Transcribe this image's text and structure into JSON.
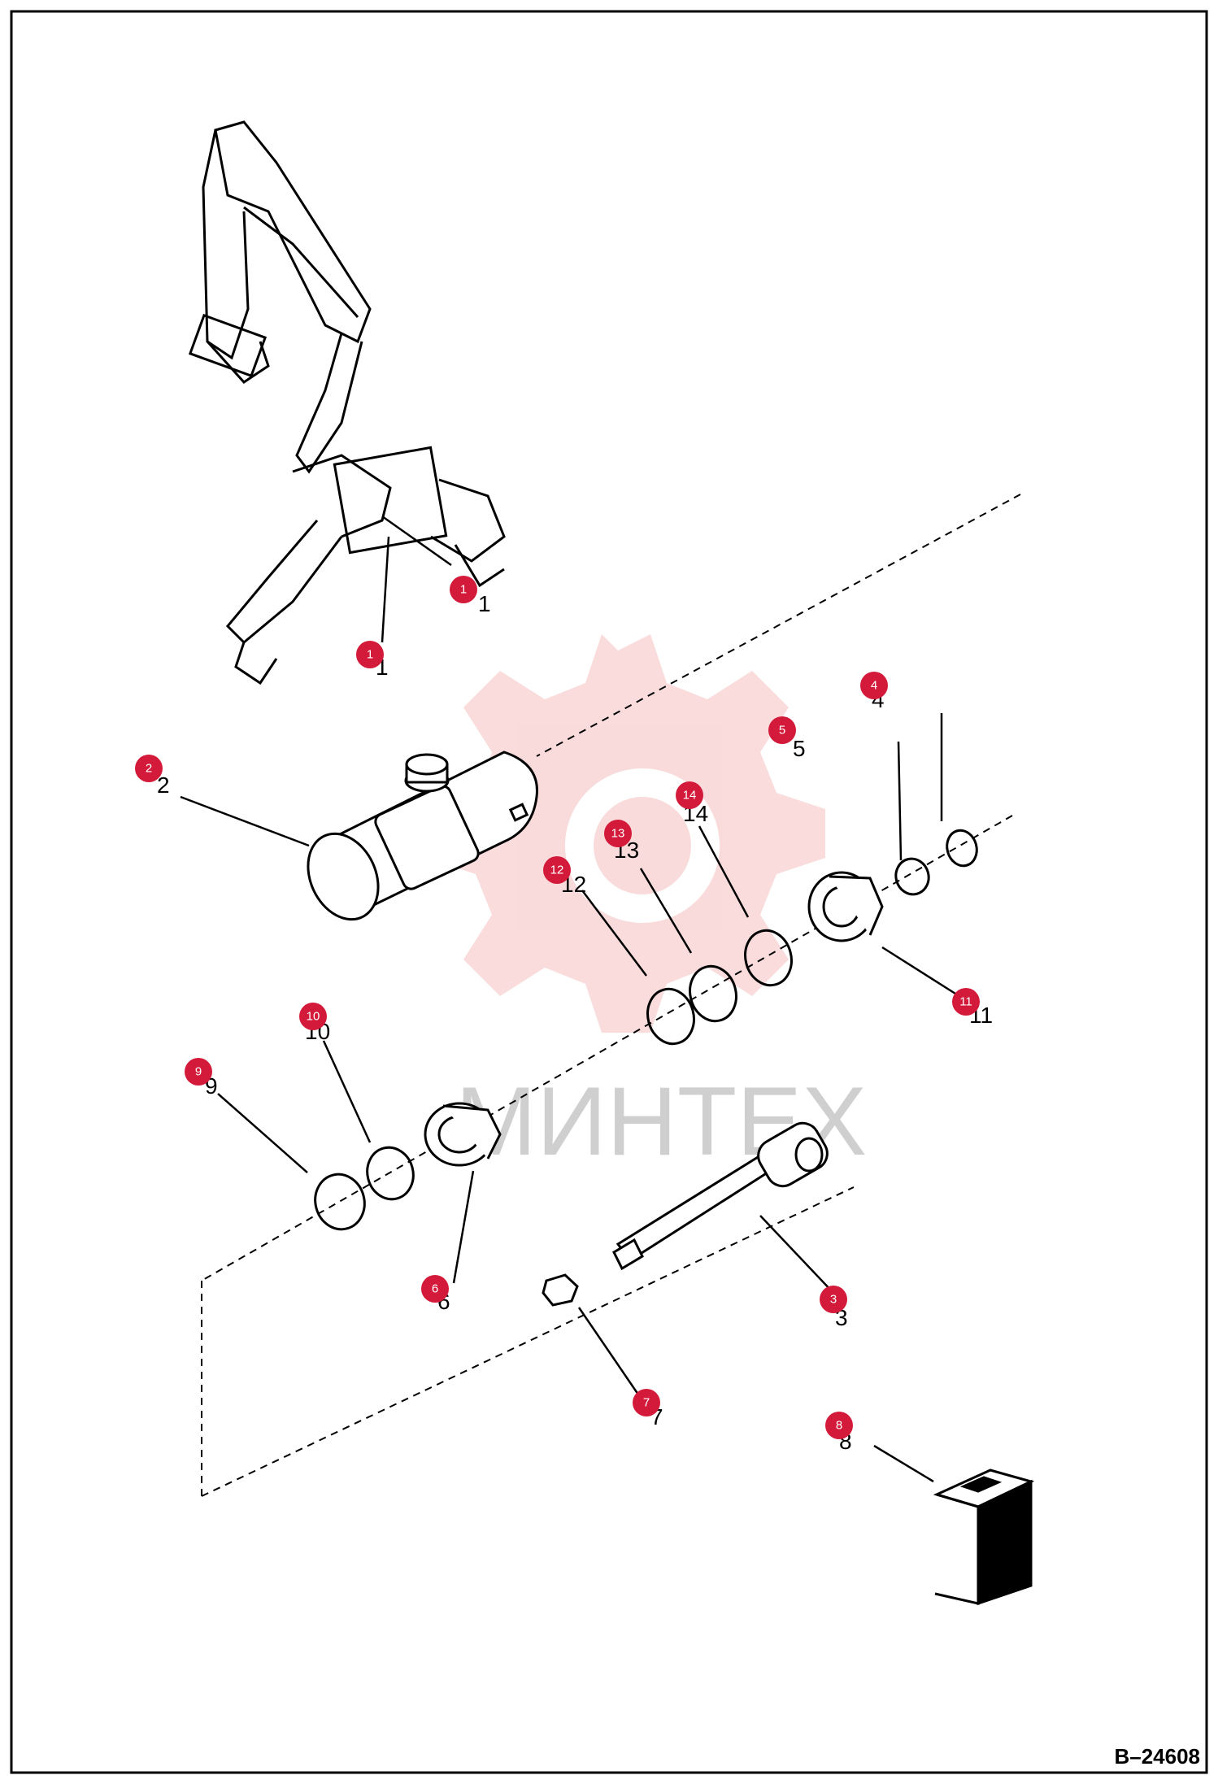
{
  "drawing_number": "B–24608",
  "watermark": {
    "text": "МИНТЕХ",
    "color": "#e86060"
  },
  "colors": {
    "callout": "#d41a3a",
    "line": "#000000"
  },
  "callouts": [
    {
      "id": "c1a",
      "number": "1",
      "part_label": "1"
    },
    {
      "id": "c1b",
      "number": "1",
      "part_label": "1"
    },
    {
      "id": "c2",
      "number": "2",
      "part_label": "2"
    },
    {
      "id": "c3",
      "number": "3",
      "part_label": "3"
    },
    {
      "id": "c4",
      "number": "4",
      "part_label": "4"
    },
    {
      "id": "c5",
      "number": "5",
      "part_label": "5"
    },
    {
      "id": "c6",
      "number": "6",
      "part_label": "6"
    },
    {
      "id": "c7",
      "number": "7",
      "part_label": "7"
    },
    {
      "id": "c8",
      "number": "8",
      "part_label": "8"
    },
    {
      "id": "c9",
      "number": "9",
      "part_label": "9"
    },
    {
      "id": "c10",
      "number": "10",
      "part_label": "10"
    },
    {
      "id": "c11",
      "number": "11",
      "part_label": "11"
    },
    {
      "id": "c12",
      "number": "12",
      "part_label": "12"
    },
    {
      "id": "c13",
      "number": "13",
      "part_label": "13"
    },
    {
      "id": "c14",
      "number": "14",
      "part_label": "14"
    }
  ]
}
